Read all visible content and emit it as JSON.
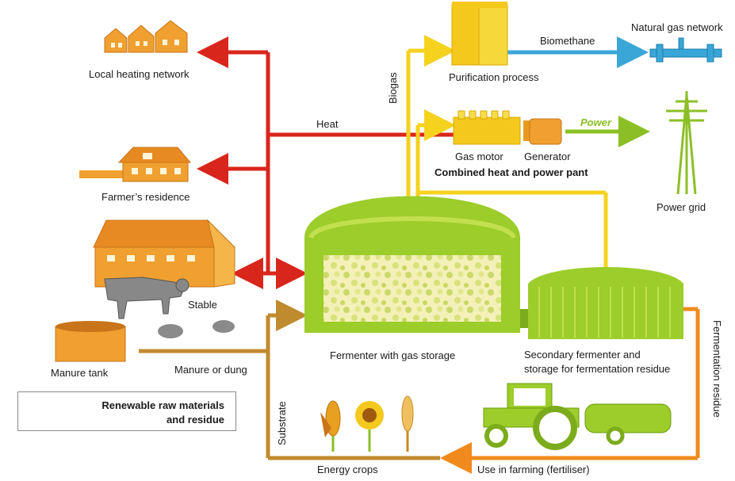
{
  "labels": {
    "local_heating": "Local heating network",
    "farmer_residence": "Farmer’s residence",
    "stable": "Stable",
    "manure_tank": "Manure tank",
    "manure_or_dung": "Manure or dung",
    "heat": "Heat",
    "biogas": "Biogas",
    "purification": "Purification process",
    "biomethane": "Biomethane",
    "natural_gas": "Natural gas network",
    "gas_motor": "Gas motor",
    "generator": "Generator",
    "chp": "Combined heat and power pant",
    "power": "Power",
    "power_grid": "Power grid",
    "fermenter": "Fermenter with gas storage",
    "secondary_1": "Secondary fermenter and",
    "secondary_2": "storage for fermentation residue",
    "fermentation_residue": "Fermentation residue",
    "substrate": "Substrate",
    "energy_crops": "Energy crops",
    "use_in_farming": "Use in farming (fertiliser)",
    "legend": "Renewable raw materials\nand residue"
  },
  "colors": {
    "heat_red": "#d9261c",
    "biogas_yellow": "#f5d21e",
    "biomethane_blue": "#3aa6d8",
    "power_green": "#8cbf26",
    "fermenter_green": "#9ccd2b",
    "residue_orange": "#f08a1c",
    "substrate_brown": "#c08a2e",
    "house_orange": "#f0a030"
  }
}
